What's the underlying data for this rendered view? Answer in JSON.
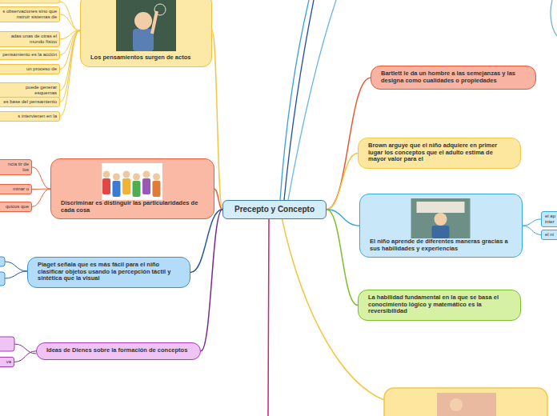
{
  "diagram": {
    "nodes": [
      {
        "text": [
          "Precepto y Concepto"
        ]
      },
      {
        "text": [
          "Los pensamientos surgen de actos"
        ]
      },
      {
        "text": [
          "s observaciones sino que nstruir sistemas de"
        ]
      },
      {
        "text": [
          "adas unas de otras el mundo físico"
        ]
      },
      {
        "text": [
          "pensamiento es la acción"
        ]
      },
      {
        "text": [
          "un proceso de"
        ]
      },
      {
        "text": [
          "puede generar esquemas"
        ]
      },
      {
        "text": [
          "es base del pensamiento"
        ]
      },
      {
        "text": [
          "s intervienen en la"
        ]
      },
      {
        "text": [
          "Discriminar es distinguir las particularidades de cada cosa"
        ]
      },
      {
        "text": [
          "ncia tir de los"
        ]
      },
      {
        "text": [
          "minar o"
        ]
      },
      {
        "text": [
          "quicos que"
        ]
      },
      {
        "text": [
          "Piaget señala que es más fácil para el niño clasificar objetos usando la percepción táctil y sintética que la visual"
        ]
      },
      {
        "text": [
          "Ideas de Dienes sobre la formación de conceptos"
        ]
      },
      {
        "text": [
          "va"
        ]
      },
      {
        "text": [
          "Bartlett le da un hombre a las semejanzas y las designa como cualidades o propiedades"
        ]
      },
      {
        "text": [
          "Brown arguye que el niño adquiere en primer lugar los conceptos que el adulto estima de mayor valor para el"
        ]
      },
      {
        "text": [
          "El niño aprende de diferentes maneras gracias a sus habilidades y experiencias"
        ]
      },
      {
        "text": [
          "el ap inter"
        ]
      },
      {
        "text": [
          "el ni"
        ]
      },
      {
        "text": [
          "La habilidad fundamental en la que se basa el conocimiento lógico y matemático es la reversibilidad"
        ]
      }
    ],
    "edges": [
      {
        "from": 0,
        "to": 1,
        "arrow": "none"
      },
      {
        "from": 0,
        "to": 9,
        "arrow": "none"
      },
      {
        "from": 0,
        "to": 13,
        "arrow": "none"
      },
      {
        "from": 0,
        "to": 14,
        "arrow": "none"
      },
      {
        "from": 0,
        "to": 16,
        "arrow": "none"
      },
      {
        "from": 0,
        "to": 17,
        "arrow": "none"
      },
      {
        "from": 0,
        "to": 18,
        "arrow": "none"
      },
      {
        "from": 0,
        "to": 21,
        "arrow": "none"
      },
      {
        "from": 1,
        "to": 2,
        "arrow": "none"
      },
      {
        "from": 1,
        "to": 3,
        "arrow": "none"
      },
      {
        "from": 1,
        "to": 4,
        "arrow": "none"
      },
      {
        "from": 1,
        "to": 5,
        "arrow": "none"
      },
      {
        "from": 1,
        "to": 6,
        "arrow": "none"
      },
      {
        "from": 1,
        "to": 7,
        "arrow": "none"
      },
      {
        "from": 1,
        "to": 8,
        "arrow": "none"
      },
      {
        "from": 9,
        "to": 10,
        "arrow": "none"
      },
      {
        "from": 9,
        "to": 11,
        "arrow": "none"
      },
      {
        "from": 9,
        "to": 12,
        "arrow": "none"
      },
      {
        "from": 14,
        "to": 15,
        "arrow": "none"
      },
      {
        "from": 18,
        "to": 19,
        "arrow": "none"
      },
      {
        "from": 18,
        "to": 20,
        "arrow": "none"
      }
    ]
  }
}
